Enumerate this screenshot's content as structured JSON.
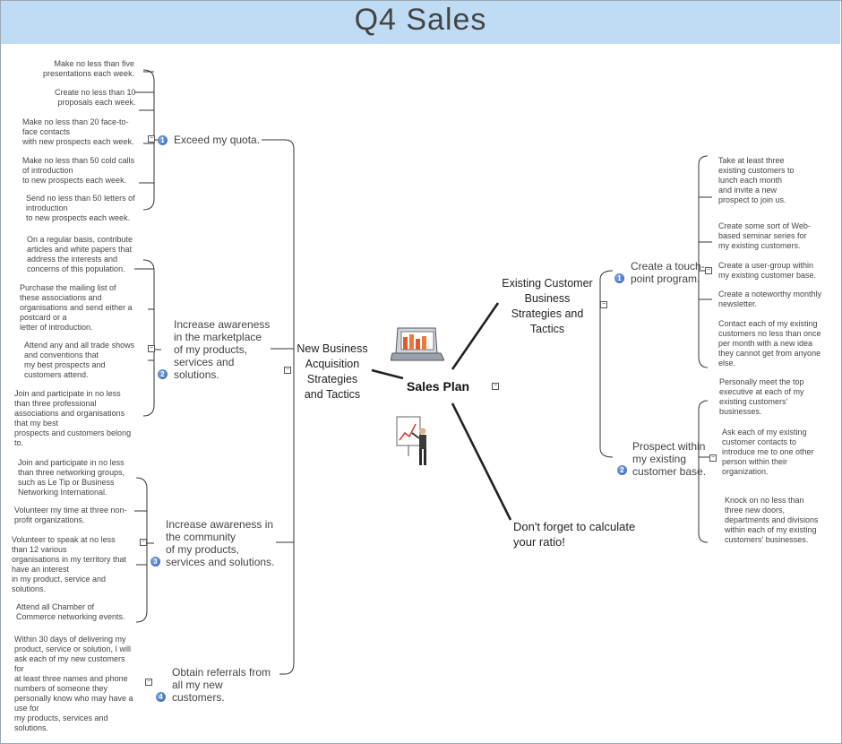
{
  "title": "Q4 Sales",
  "center": {
    "label": "Sales Plan",
    "collapse": "−"
  },
  "main": {
    "new_business": [
      "New Business",
      "Acquisition",
      "Strategies",
      "and Tactics"
    ],
    "existing_customer": [
      "Existing Customer",
      "Business",
      "Strategies and",
      "Tactics"
    ],
    "ratio_note": [
      "Don't forget to calculate",
      "your ratio!"
    ]
  },
  "left_branches": [
    {
      "number": "1",
      "label": [
        "Exceed my quota."
      ],
      "items": [
        [
          "Make no less than five",
          "presentations each week."
        ],
        [
          "Create no less than 10",
          "proposals each week."
        ],
        [
          "Make no less than 20 face-to-",
          "face contacts",
          "with new prospects each week."
        ],
        [
          "Make no less than 50 cold calls",
          "of introduction",
          "to new prospects each week."
        ],
        [
          "Send no less than 50 letters of",
          "introduction",
          "to new prospects each week."
        ]
      ]
    },
    {
      "number": "2",
      "label": [
        "Increase awareness",
        "in the marketplace",
        "of my products,",
        "services and",
        "solutions."
      ],
      "items": [
        [
          "On a regular basis, contribute",
          "articles and white papers that",
          "address the interests and",
          "concerns of this population."
        ],
        [
          "Purchase the mailing list of",
          "these associations and",
          "organisations and send either a",
          "postcard or a",
          "letter of introduction."
        ],
        [
          "Attend any and all trade shows",
          "and conventions that",
          "my best prospects and",
          "customers attend."
        ],
        [
          "Join and participate in no less",
          "than three professional",
          "associations and organisations",
          "that my best",
          "prospects and customers belong",
          "to."
        ]
      ]
    },
    {
      "number": "3",
      "label": [
        "Increase awareness in",
        "the community",
        "of my products,",
        "services and solutions."
      ],
      "items": [
        [
          "Join and participate in no less",
          "than three networking groups,",
          "such as Le Tip or Business",
          "Networking International."
        ],
        [
          "Volunteer my time at three non-",
          "profit organizations."
        ],
        [
          "Volunteer to speak at no less",
          "than 12 various",
          "organisations in my territory that",
          "have an interest",
          "in my product, service and",
          "solutions."
        ],
        [
          "Attend all Chamber of",
          "Commerce networking events."
        ]
      ]
    },
    {
      "number": "4",
      "label": [
        "Obtain referrals from",
        "all my new",
        "customers."
      ],
      "items": [
        [
          "Within 30 days of delivering my",
          "product, service or solution, I will",
          "ask each of my new customers",
          "for",
          "at least three names and phone",
          "numbers of someone they",
          "personally know who may have a",
          "use for",
          "my products, services and",
          "solutions."
        ]
      ]
    }
  ],
  "right_branches": [
    {
      "number": "1",
      "label": [
        "Create a touch-",
        "point program."
      ],
      "items": [
        [
          "Take at least three",
          "existing customers to",
          "lunch each month",
          "and invite a new",
          "prospect to join us."
        ],
        [
          "Create some sort of Web-",
          "based seminar series for",
          "my existing customers."
        ],
        [
          "Create a user-group within",
          "my existing customer base."
        ],
        [
          "Create a noteworthy monthly",
          "newsletter."
        ],
        [
          "Contact each of my existing",
          "customers no less than once",
          "per month with a new idea",
          "they cannot get from anyone",
          "else."
        ]
      ]
    },
    {
      "number": "2",
      "label": [
        "Prospect within",
        "my existing",
        "customer base."
      ],
      "items": [
        [
          "Personally meet the top",
          "executive at each of my",
          "existing customers'",
          "businesses."
        ],
        [
          "Ask each of my existing",
          "customer contacts to",
          "introduce me to one other",
          "person within their",
          "organization."
        ],
        [
          "Knock on no less than",
          "three new doors,",
          "departments and divisions",
          "within each of my existing",
          "customers' businesses."
        ]
      ]
    }
  ],
  "icons": [
    "laptop-chart-icon",
    "presenter-chart-icon"
  ],
  "colors": {
    "title_bar": "#bfdcf4",
    "number_badge": "#2b5fae",
    "line": "#333333"
  }
}
